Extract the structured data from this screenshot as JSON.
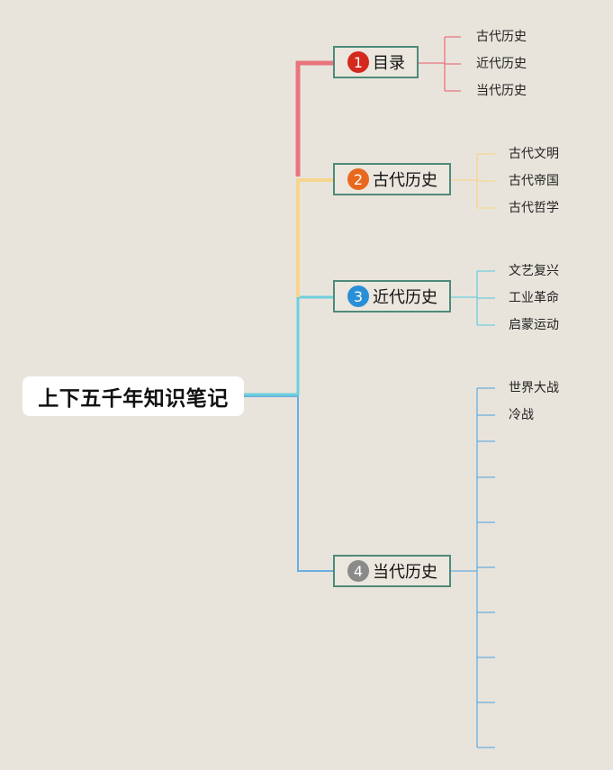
{
  "root": {
    "label": "上下五千年知识笔记"
  },
  "branches": [
    {
      "number": "1",
      "label": "目录",
      "color": "#e8757c",
      "badge_color": "#d42a1e",
      "children": [
        "古代历史",
        "近代历史",
        "当代历史"
      ]
    },
    {
      "number": "2",
      "label": "古代历史",
      "color": "#f7d58e",
      "badge_color": "#e8691e",
      "children": [
        "古代文明",
        "古代帝国",
        "古代哲学"
      ]
    },
    {
      "number": "3",
      "label": "近代历史",
      "color": "#6fcfdc",
      "badge_color": "#2a8fd6",
      "children": [
        "文艺复兴",
        "工业革命",
        "启蒙运动"
      ]
    },
    {
      "number": "4",
      "label": "当代历史",
      "color": "#6aaee0",
      "badge_color": "#8a8a8a",
      "children": [
        "世界大战",
        "冷战",
        "",
        "",
        "",
        "",
        "",
        "",
        "",
        ""
      ]
    }
  ]
}
